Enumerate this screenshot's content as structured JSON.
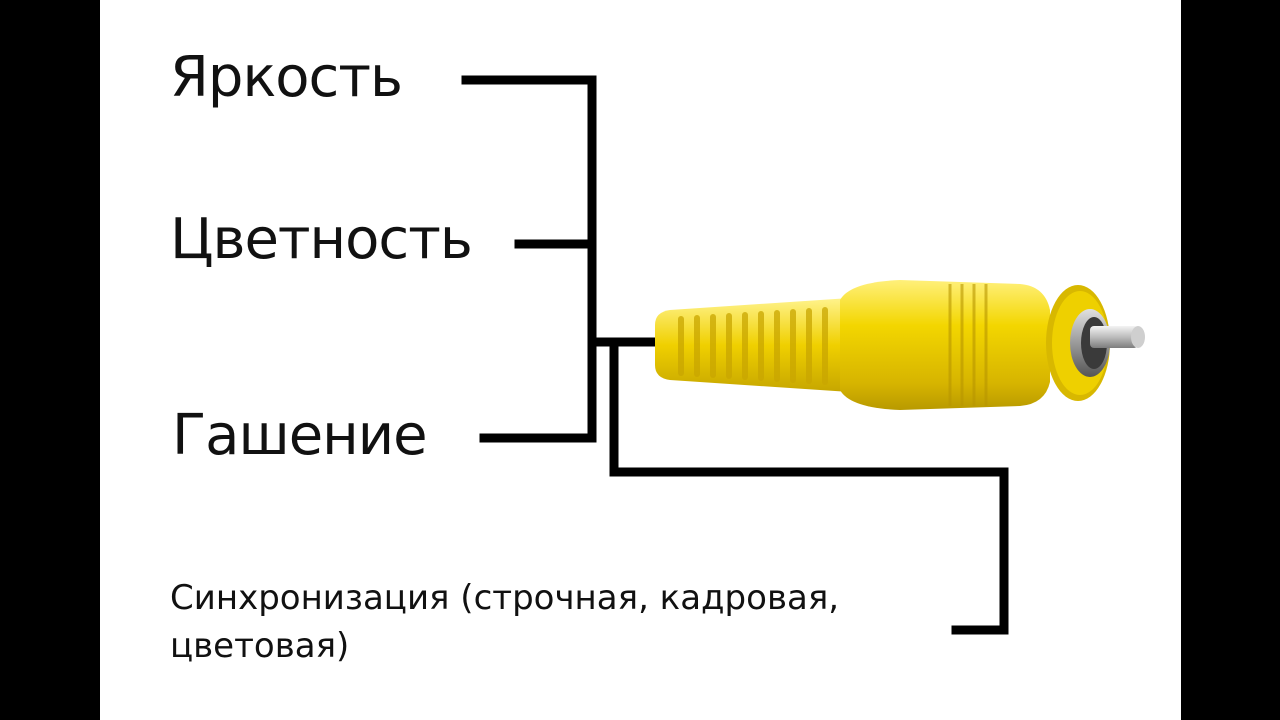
{
  "labels": {
    "brightness": "Яркость",
    "chroma": "Цветность",
    "blanking": "Гашение",
    "sync": "Синхронизация (строчная, кадровая, цветовая)"
  },
  "colors": {
    "background": "#ffffff",
    "frame": "#000000",
    "wire": "#000000",
    "plug_body": "#f2d200",
    "plug_shadow": "#c9a800",
    "pin_metal": "#c8c8c8"
  },
  "icons": {
    "plug": "rca-plug-icon"
  }
}
